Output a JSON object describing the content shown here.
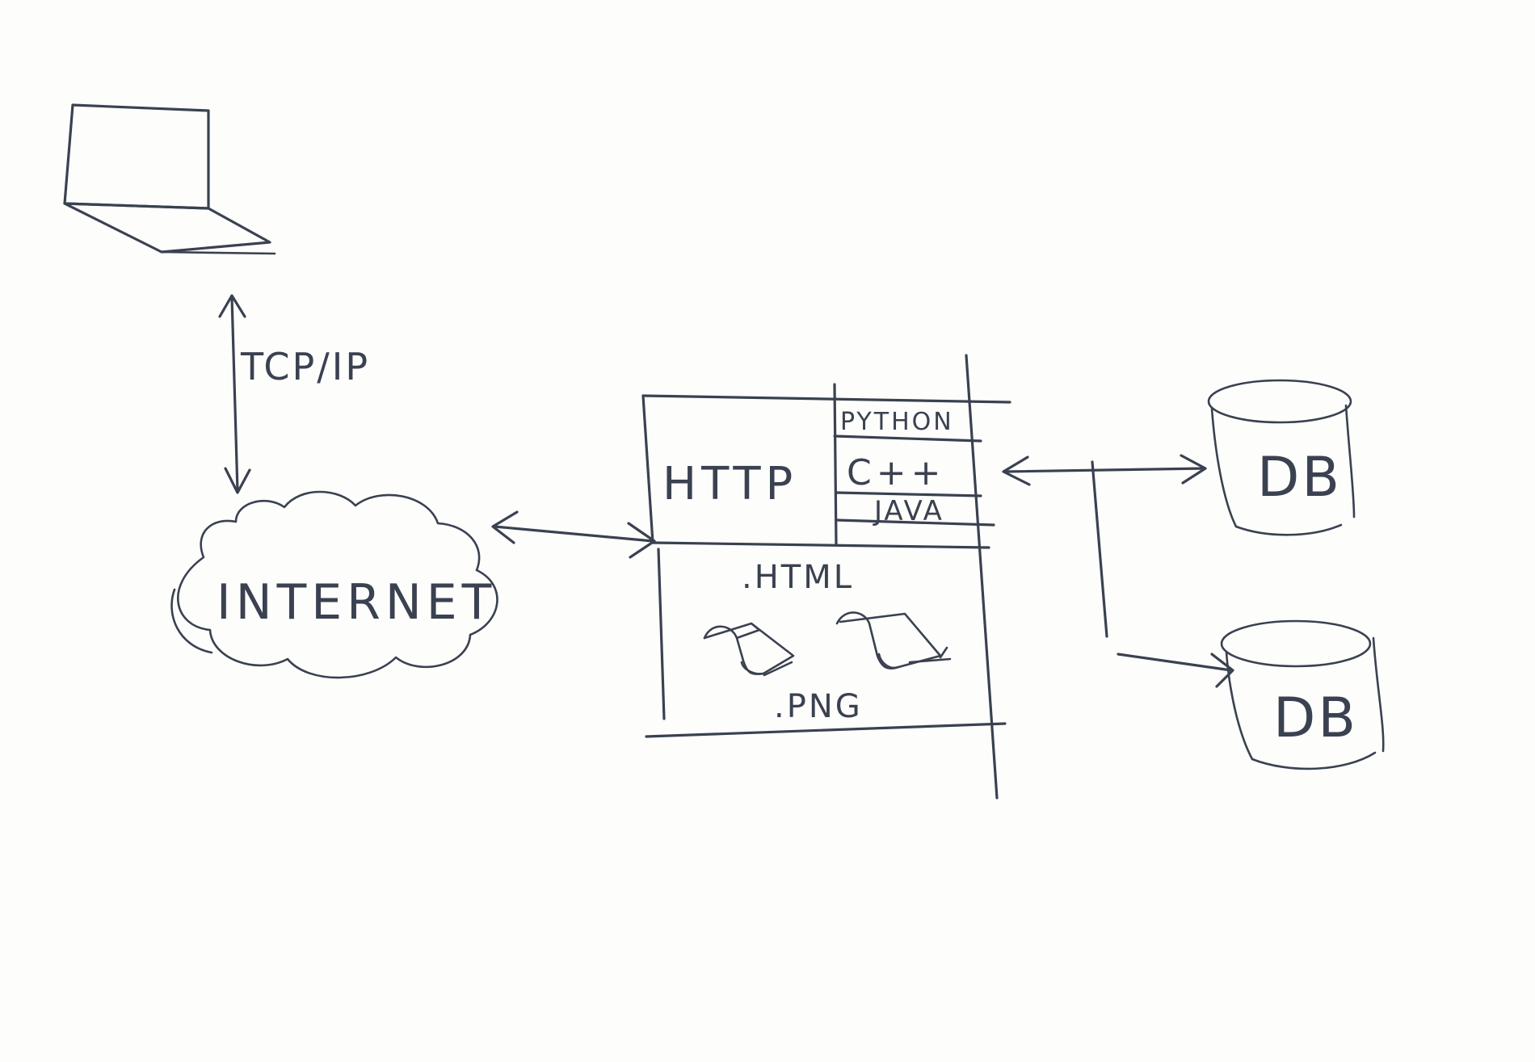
{
  "diagram": {
    "labels": {
      "protocol": "TCP/IP",
      "network": "INTERNET",
      "server_protocol": "HTTP",
      "lang_1": "PYTHON",
      "lang_2": "C++",
      "lang_3": "JAVA",
      "file_1": ".HTML",
      "file_2": ".PNG",
      "db_1": "DB",
      "db_2": "DB"
    },
    "ink_color": "#3a4150",
    "paper_color": "#fdfdfc"
  }
}
